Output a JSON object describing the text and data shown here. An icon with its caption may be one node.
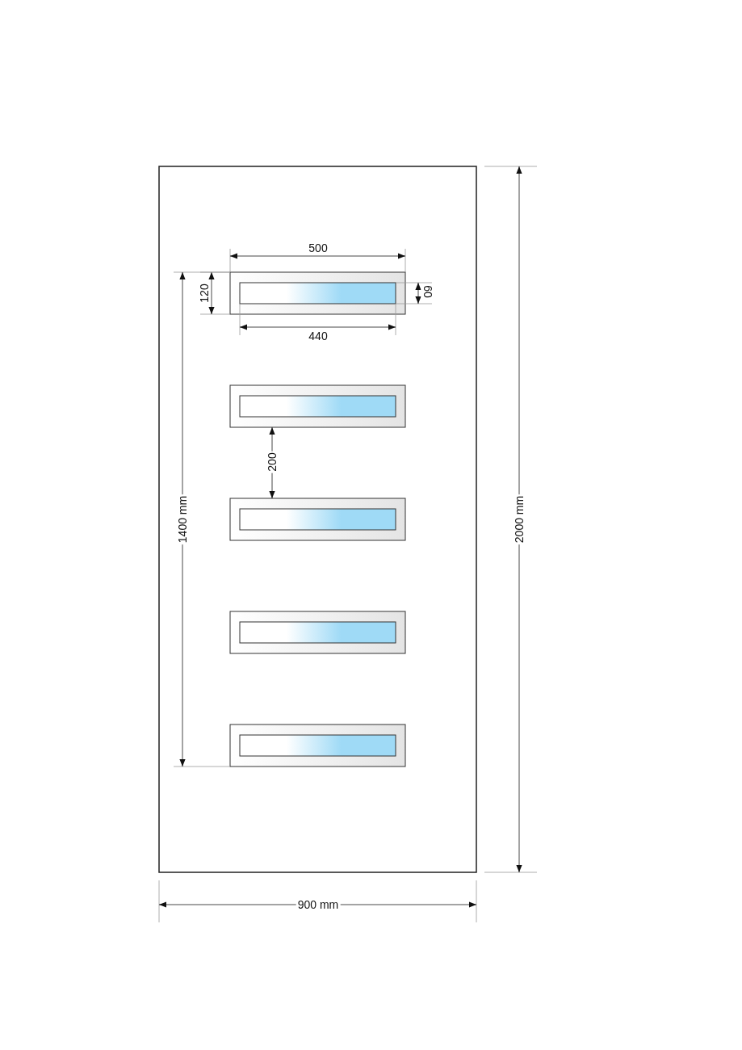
{
  "diagram": {
    "labels": [
      "500",
      "120",
      "60",
      "440",
      "200",
      "1400 mm",
      "2000 mm",
      "900 mm"
    ]
  }
}
